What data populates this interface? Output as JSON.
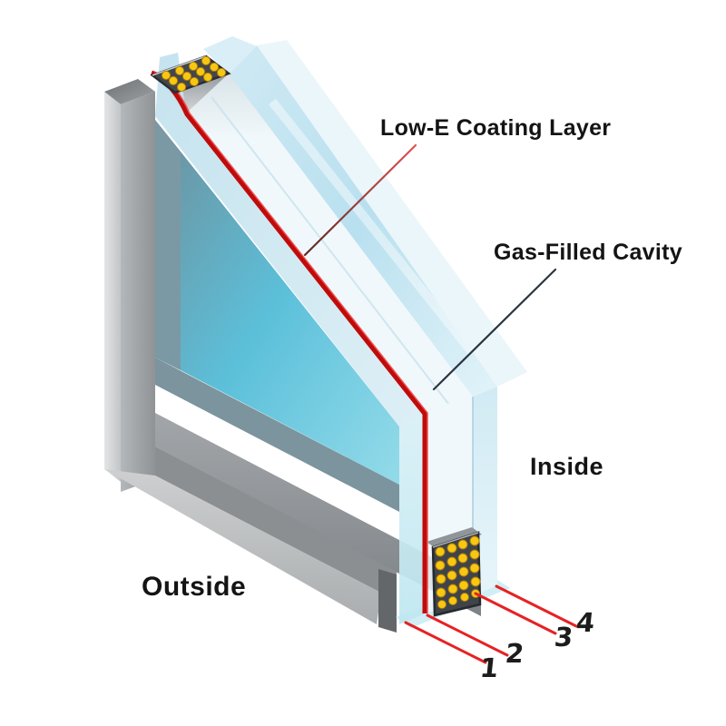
{
  "labels": {
    "low_e": "Low-E Coating Layer",
    "gas_cavity": "Gas-Filled Cavity",
    "inside": "Inside",
    "outside": "Outside"
  },
  "surface_numbers": [
    "1",
    "2",
    "3",
    "4"
  ],
  "colors": {
    "background": "#ffffff",
    "frame_gray": "#aeb2b4",
    "frame_dark_face": "#63676a",
    "glass_teal": "#5cc0da",
    "glass_edge_light": "#cde8f2",
    "glass_shadow_band": "#7b949d",
    "low_e_coating_red": "#c00b0b",
    "leader_red": "#e62222",
    "leader_dark": "#2b3440",
    "spacer_dark": "#3f444a",
    "desiccant_yellow": "#f7c813",
    "text_color": "#141414"
  }
}
